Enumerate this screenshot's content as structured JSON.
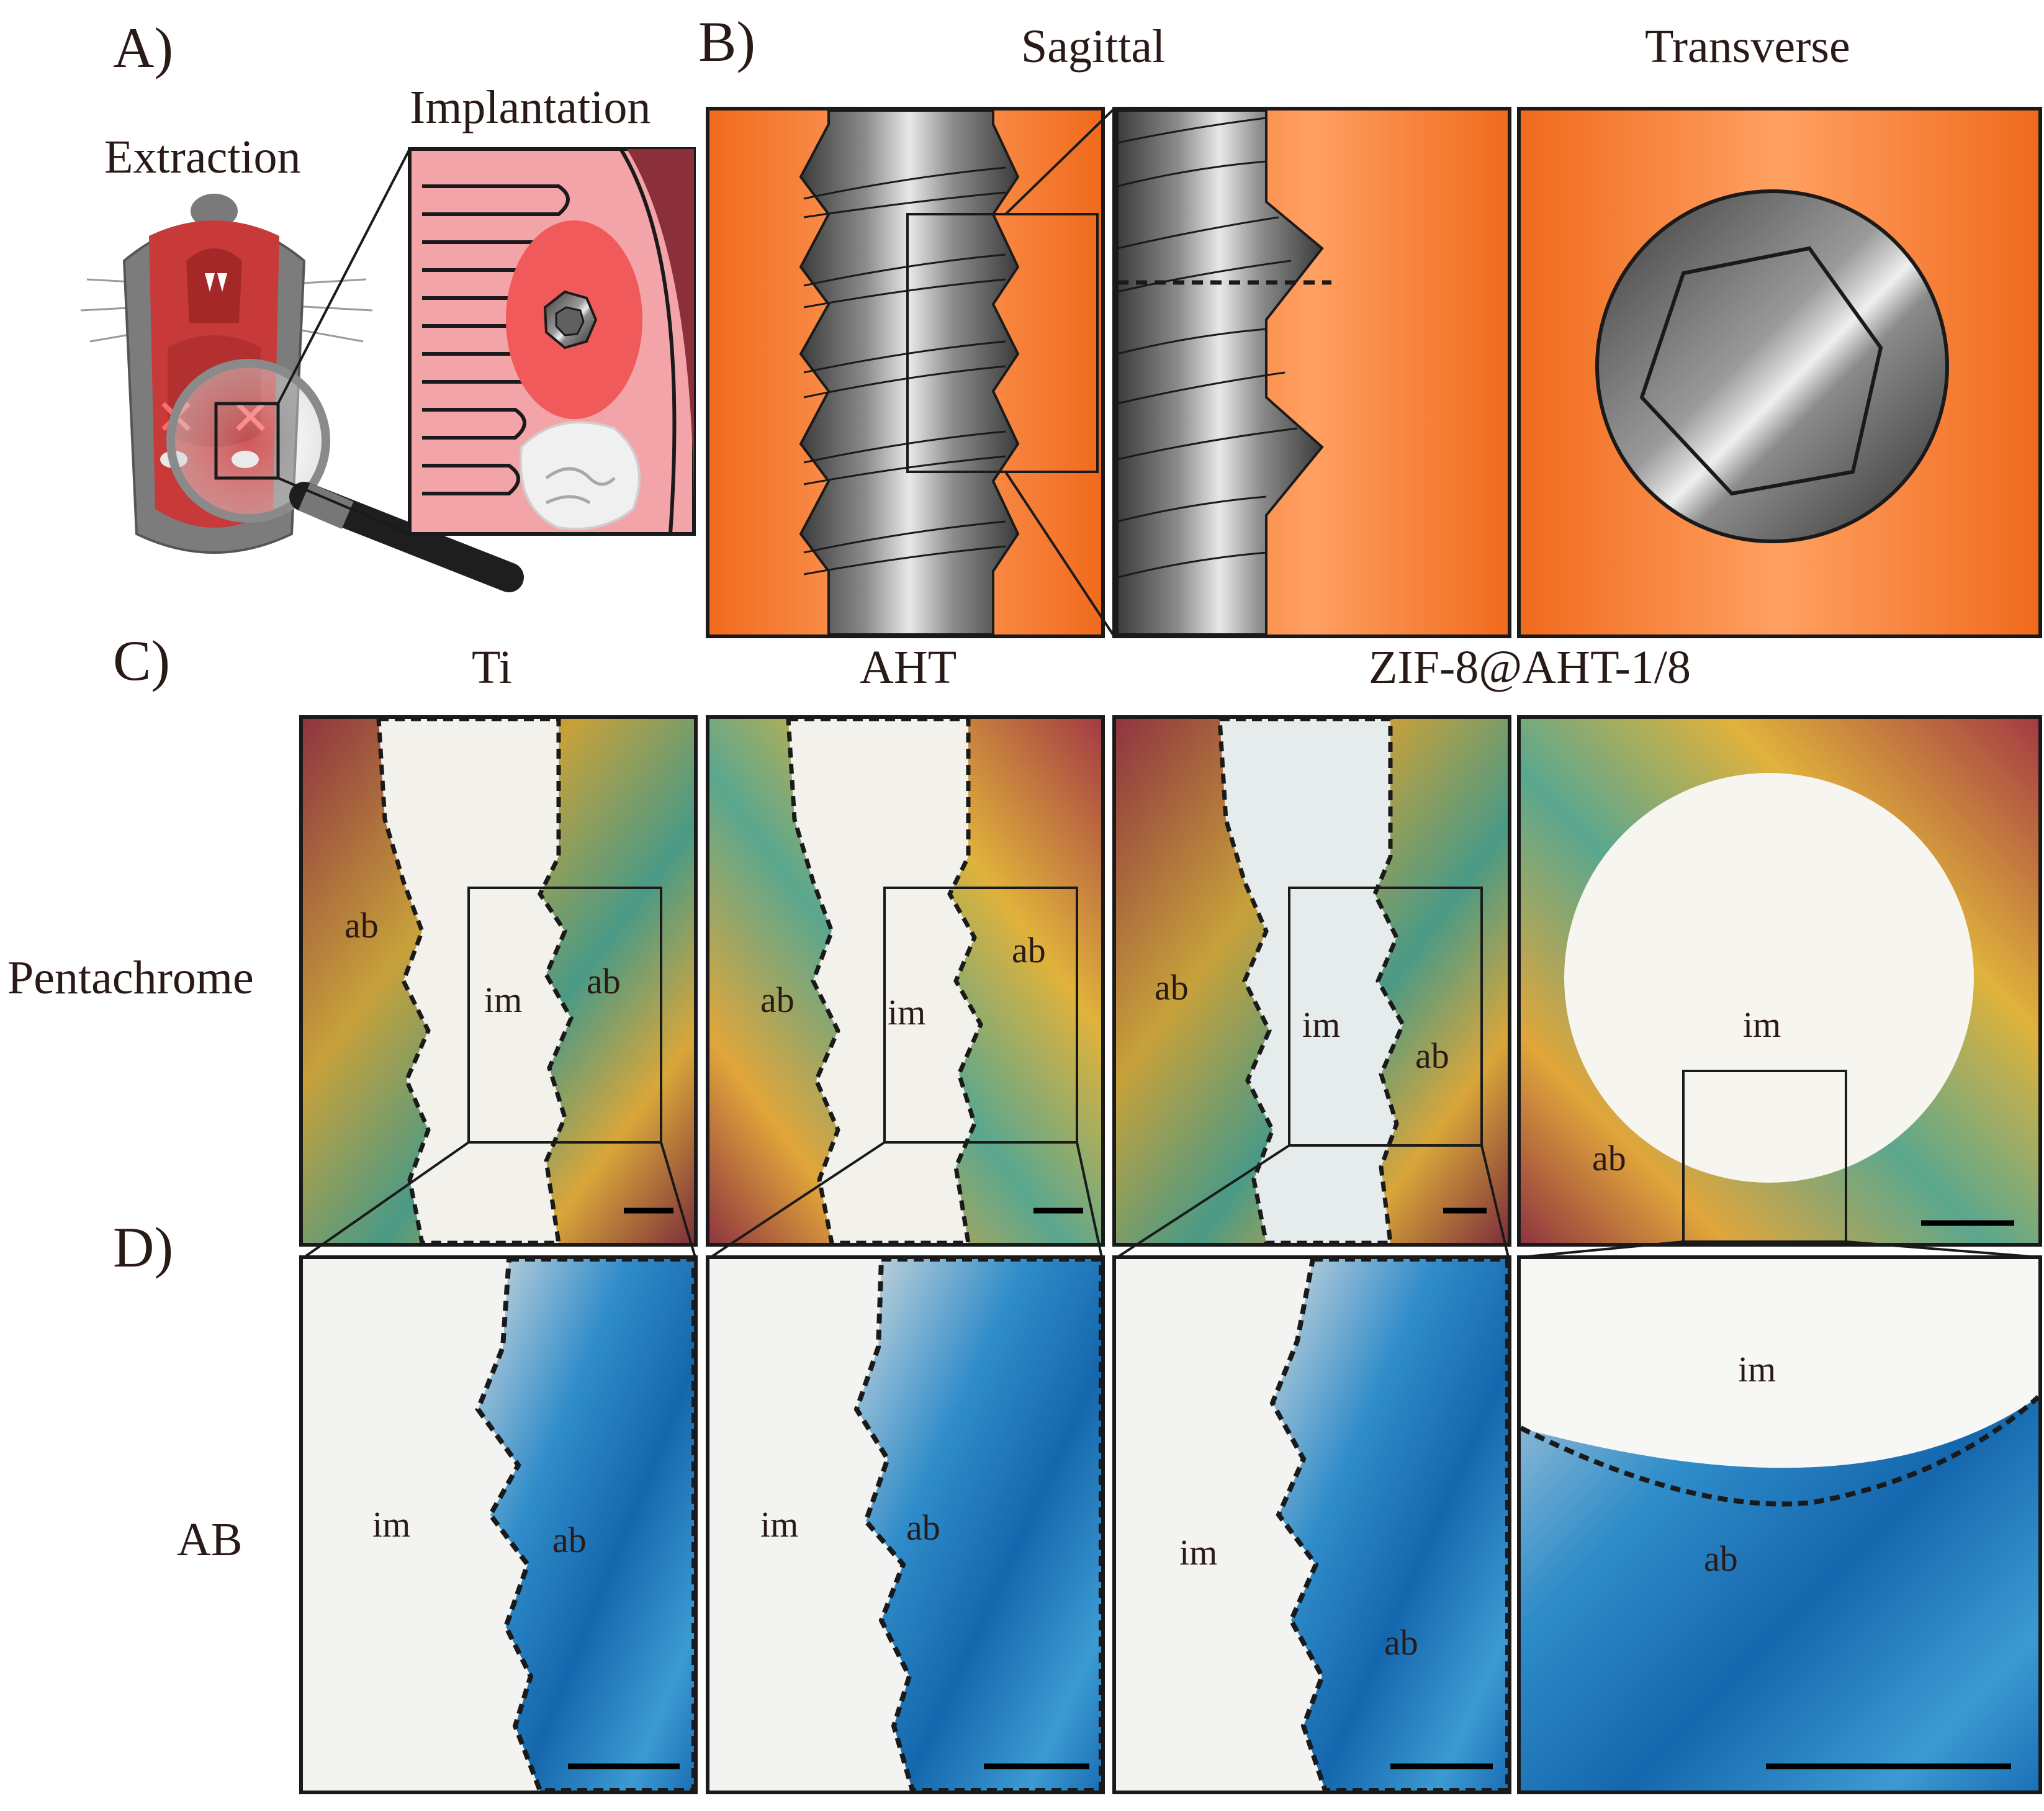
{
  "panel_letters": {
    "a": "A)",
    "b": "B)",
    "c": "C)",
    "d": "D)"
  },
  "panel_a": {
    "extraction": "Extraction",
    "implantation": "Implantation"
  },
  "panel_b": {
    "sagittal": "Sagittal",
    "transverse": "Transverse"
  },
  "panel_c": {
    "columns": [
      "Ti",
      "AHT",
      "ZIF-8@AHT-1/8"
    ],
    "row_label": "Pentachrome",
    "im": "im",
    "ab": "ab"
  },
  "panel_d": {
    "row_label": "AB",
    "im": "im",
    "ab": "ab"
  },
  "colors": {
    "orange": "#f07a33",
    "metal": "#6d6d6d",
    "gum_pink": "#f6a9aa",
    "bone_yellow": "#e5b13a",
    "stain_green": "#4a9a86",
    "alcian_blue": "#1f7cc0",
    "tissue_red": "#8e3340"
  }
}
